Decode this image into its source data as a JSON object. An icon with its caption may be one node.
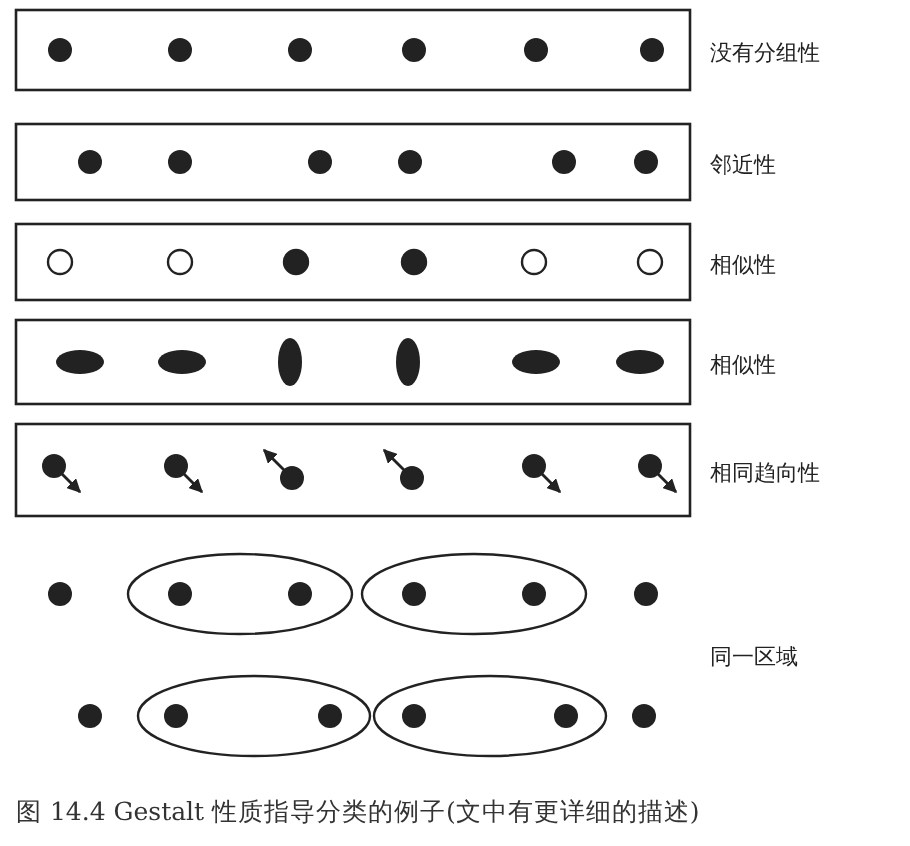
{
  "diagram": {
    "caption": "图 14.4 Gestalt 性质指导分类的例子(文中有更详细的描述)",
    "labels": [
      "没有分组性",
      "邻近性",
      "相似性",
      "相似性",
      "相同趋向性",
      "同一区域"
    ]
  }
}
